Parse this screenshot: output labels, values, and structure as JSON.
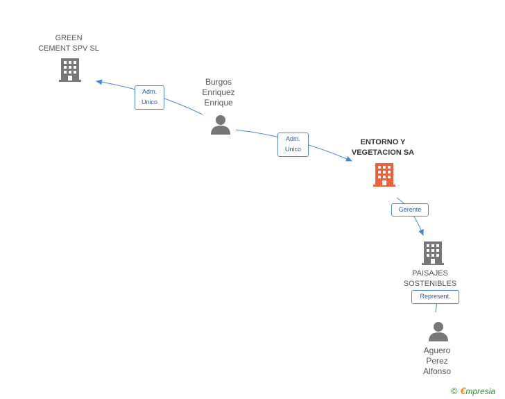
{
  "colors": {
    "edge": "#4a86d8",
    "building": "#777777",
    "building_focus": "#f0613a",
    "person": "#777777"
  },
  "nodes": {
    "green_cement": {
      "label": "GREEN\nCEMENT SPV SL",
      "icon": "building-icon"
    },
    "burgos": {
      "label": "Burgos\nEnriquez\nEnrique",
      "icon": "person-icon"
    },
    "entorno": {
      "label": "ENTORNO Y\nVEGETACION SA",
      "icon": "building-icon"
    },
    "paisajes": {
      "label": "PAISAJES\nSOSTENIBLES",
      "icon": "building-icon"
    },
    "aguero": {
      "label": "Aguero\nPerez\nAlfonso",
      "icon": "person-icon"
    }
  },
  "edges": {
    "burgos_to_green": {
      "label": "Adm.\nUnico"
    },
    "burgos_to_entorno": {
      "label": "Adm.\nUnico"
    },
    "entorno_to_paisajes": {
      "label": "Gerente"
    },
    "aguero_to_paisajes": {
      "label": "Represent."
    }
  },
  "footer": {
    "copyright_symbol": "©",
    "brand_first": "€",
    "brand_rest": "mpresia"
  }
}
